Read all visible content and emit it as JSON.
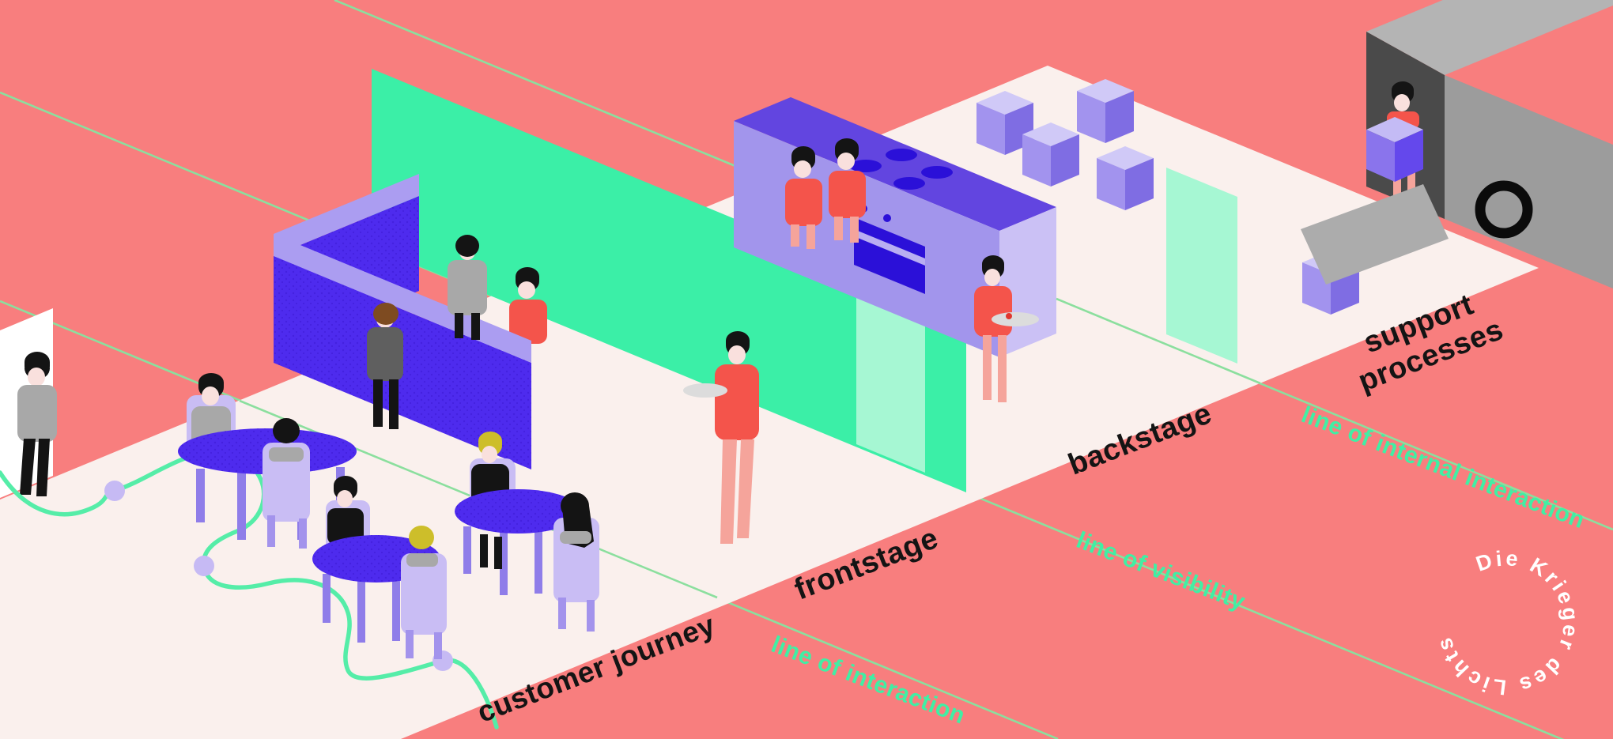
{
  "illustration": {
    "type": "service-blueprint isometric scene",
    "zones": {
      "customer_journey": {
        "label": "customer journey"
      },
      "frontstage": {
        "label": "frontstage"
      },
      "backstage": {
        "label": "backstage"
      },
      "support_processes": {
        "label": "support\nprocesses"
      }
    },
    "lines": {
      "interaction": {
        "label": "line of interaction"
      },
      "visibility": {
        "label": "line of visibility"
      },
      "internal_interaction": {
        "label": "line of internal interaction"
      }
    },
    "logo": {
      "text": "Die Krieger des Lichts"
    },
    "colors": {
      "background_pink": "#F87E7E",
      "floor_white": "#FAF0ED",
      "mint_wall": "#3BEFA7",
      "mint_door": "#A6F7D3",
      "mint_line": "#8BDF9E",
      "mint_text": "#40EFA4",
      "squiggle_green": "#55EDA8",
      "bright_blue_purple": "#4E2BEE",
      "lavender_top": "#AB9DF1",
      "kitchen_top": "#6245E0",
      "kitchen_front": "#A295EC",
      "chair_lavender": "#C9BDF4",
      "staff_red": "#F4544B",
      "skin_pink": "#F6D5D1",
      "label_black": "#141414",
      "truck_gray": "#9C9C9C",
      "logo_white": "#FFFFFF"
    }
  }
}
